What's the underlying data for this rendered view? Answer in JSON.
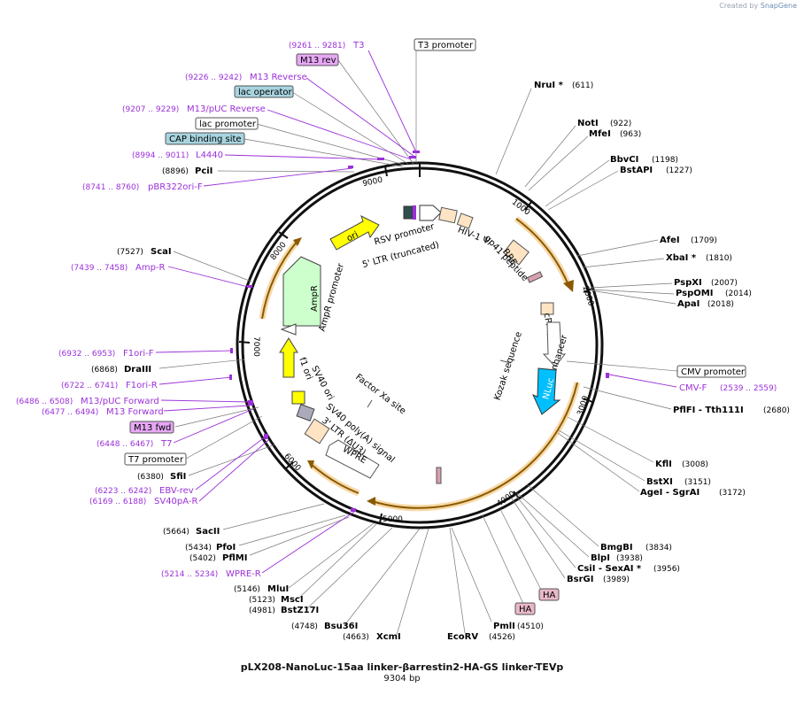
{
  "credit": {
    "prefix": "Created by",
    "brand": "SnapGene"
  },
  "plasmid": {
    "name": "pLX208-NanoLuc-15aa linker-βarrestin2-HA-GS linker-TEVp",
    "size_label": "9304 bp",
    "length": 9304
  },
  "ticks": [
    {
      "pos": 1000,
      "label": "1000"
    },
    {
      "pos": 2000,
      "label": "2000"
    },
    {
      "pos": 3000,
      "label": "3000"
    },
    {
      "pos": 4000,
      "label": "4000"
    },
    {
      "pos": 5000,
      "label": "5000"
    },
    {
      "pos": 6000,
      "label": "6000"
    },
    {
      "pos": 7000,
      "label": "7000"
    },
    {
      "pos": 8000,
      "label": "8000"
    },
    {
      "pos": 9000,
      "label": "9000"
    }
  ],
  "colors": {
    "enzyme": "#000000",
    "primer": "#9b30d9",
    "orf_outline": "#e8a23a",
    "ori": "#ffff00",
    "ampr": "#ccffcc",
    "nluc": "#00bfff",
    "misc": "#ffe4c4",
    "cap": "#a8d4e0",
    "m13": "#e7a8f5",
    "ha": "#e8b8c8"
  },
  "enzymes": [
    {
      "name": "NruI *",
      "pos_label": "(611)"
    },
    {
      "name": "NotI",
      "pos_label": "(922)"
    },
    {
      "name": "MfeI",
      "pos_label": "(963)"
    },
    {
      "name": "BbvCI",
      "pos_label": "(1198)"
    },
    {
      "name": "BstAPI",
      "pos_label": "(1227)"
    },
    {
      "name": "AfeI",
      "pos_label": "(1709)"
    },
    {
      "name": "XbaI *",
      "pos_label": "(1810)"
    },
    {
      "name": "PspXI",
      "pos_label": "(2007)"
    },
    {
      "name": "PspOMI",
      "pos_label": "(2014)"
    },
    {
      "name": "ApaI",
      "pos_label": "(2018)"
    },
    {
      "name": "PflFI  - Tth111I",
      "pos_label": "(2680)"
    },
    {
      "name": "KflI",
      "pos_label": "(3008)"
    },
    {
      "name": "BstXI",
      "pos_label": "(3151)"
    },
    {
      "name": "AgeI  - SgrAI",
      "pos_label": "(3172)"
    },
    {
      "name": "BmgBI",
      "pos_label": "(3834)"
    },
    {
      "name": "BlpI",
      "pos_label": "(3938)"
    },
    {
      "name": "CsiI  - SexAI *",
      "pos_label": "(3956)"
    },
    {
      "name": "BsrGI",
      "pos_label": "(3989)"
    },
    {
      "name": "PmlI",
      "pos_label": "(4510)"
    },
    {
      "name": "EcoRV",
      "pos_label": "(4526)"
    },
    {
      "name": "XcmI",
      "pos_label": "(4663)"
    },
    {
      "name": "Bsu36I",
      "pos_label": "(4748)"
    },
    {
      "name": "BstZ17I",
      "pos_label": "(4981)"
    },
    {
      "name": "MscI",
      "pos_label": "(5123)"
    },
    {
      "name": "MluI",
      "pos_label": "(5146)"
    },
    {
      "name": "PflMI",
      "pos_label": "(5402)"
    },
    {
      "name": "PfoI",
      "pos_label": "(5434)"
    },
    {
      "name": "SacII",
      "pos_label": "(5664)"
    },
    {
      "name": "SfiI",
      "pos_label": "(6380)"
    },
    {
      "name": "DraIII",
      "pos_label": "(6868)"
    },
    {
      "name": "ScaI",
      "pos_label": "(7527)"
    },
    {
      "name": "PciI",
      "pos_label": "(8896)"
    }
  ],
  "primers": [
    {
      "name": "T3",
      "range": "(9261 .. 9281)"
    },
    {
      "name": "M13 Reverse",
      "range": "(9226 .. 9242)"
    },
    {
      "name": "M13/pUC Reverse",
      "range": "(9207 .. 9229)"
    },
    {
      "name": "L4440",
      "range": "(8994 .. 9011)"
    },
    {
      "name": "pBR322ori-F",
      "range": "(8741 .. 8760)"
    },
    {
      "name": "Amp-R",
      "range": "(7439 .. 7458)"
    },
    {
      "name": "F1ori-F",
      "range": "(6932 .. 6953)"
    },
    {
      "name": "F1ori-R",
      "range": "(6722 .. 6741)"
    },
    {
      "name": "M13/pUC Forward",
      "range": "(6486 .. 6508)"
    },
    {
      "name": "M13 Forward",
      "range": "(6477 .. 6494)"
    },
    {
      "name": "T7",
      "range": "(6448 .. 6467)"
    },
    {
      "name": "EBV-rev",
      "range": "(6223 .. 6242)"
    },
    {
      "name": "SV40pA-R",
      "range": "(6169 .. 6188)"
    },
    {
      "name": "WPRE-R",
      "range": "(5214 .. 5234)"
    },
    {
      "name": "CMV-F",
      "range": "(2539 .. 2559)"
    }
  ],
  "boxed_features": [
    {
      "name": "T3 promoter",
      "style": "white"
    },
    {
      "name": "M13 rev",
      "style": "m13"
    },
    {
      "name": "lac operator",
      "style": "cap"
    },
    {
      "name": "lac promoter",
      "style": "white"
    },
    {
      "name": "CAP binding site",
      "style": "cap"
    },
    {
      "name": "M13 fwd",
      "style": "m13"
    },
    {
      "name": "T7 promoter",
      "style": "white"
    },
    {
      "name": "CMV promoter",
      "style": "white"
    },
    {
      "name": "HA",
      "style": "ha"
    },
    {
      "name": "HA",
      "style": "ha"
    }
  ],
  "inner_labels": [
    "RSV promoter",
    "5' LTR (truncated)",
    "HIV-1 Ψ",
    "RRE",
    "gp41 peptide",
    "cPPT/CTS",
    "CMV enhancer",
    "Kozak sequence",
    "NLuc",
    "Factor Xa site",
    "ori",
    "AmpR",
    "AmpR promoter",
    "f1 ori",
    "SV40 ori",
    "SV40 poly(A) signal",
    "3' LTR (ΔU3)",
    "WPRE"
  ]
}
